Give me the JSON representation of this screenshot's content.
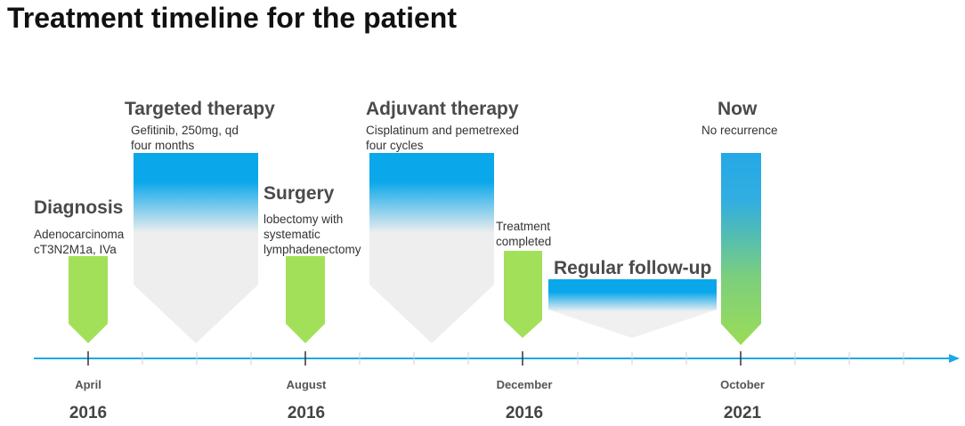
{
  "title": "Treatment timeline for the patient",
  "events": [
    {
      "heading": "Diagnosis",
      "lines": [
        "Adenocarcinoma",
        "cT3N2M1a, IVa"
      ]
    },
    {
      "heading": "Targeted therapy",
      "lines": [
        "Gefitinib, 250mg, qd",
        "four months"
      ]
    },
    {
      "heading": "Surgery",
      "lines": [
        "lobectomy with",
        "systematic",
        "lymphadenectomy"
      ]
    },
    {
      "heading": "Adjuvant therapy",
      "lines": [
        "Cisplatinum and pemetrexed",
        "four cycles"
      ]
    },
    {
      "heading": "",
      "lines": [
        "Treatment",
        "completed"
      ]
    },
    {
      "heading": "Regular follow-up",
      "lines": []
    },
    {
      "heading": "Now",
      "lines": [
        "No recurrence"
      ]
    }
  ],
  "axis_labels": [
    {
      "month": "April",
      "year": "2016"
    },
    {
      "month": "August",
      "year": "2016"
    },
    {
      "month": "December",
      "year": "2016"
    },
    {
      "month": "October",
      "year": "2021"
    }
  ],
  "colors": {
    "green": "#8fd14f",
    "green_light": "#a6e35a",
    "blue": "#1aa9e8",
    "gray": "#eeeeee",
    "axis": "#1aa9e8"
  }
}
